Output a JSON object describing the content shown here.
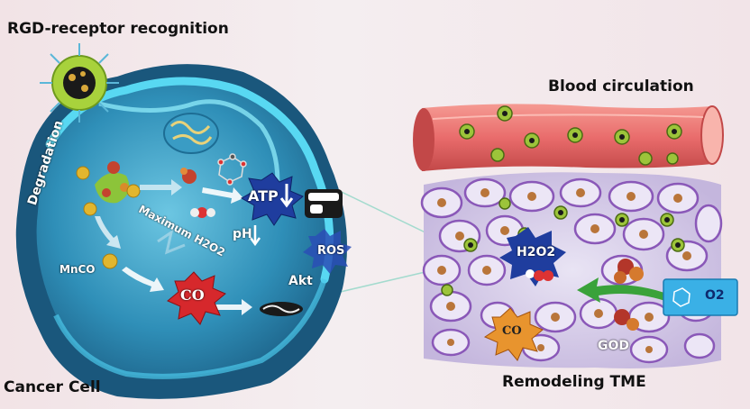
{
  "labels": {
    "rgd_recognition": "RGD-receptor recognition",
    "blood_circulation": "Blood circulation",
    "cancer_cell": "Cancer Cell",
    "remodeling_tme": "Remodeling TME",
    "degradation": "Degradation",
    "mnco": "MnCO",
    "maximum_h2o2": "Maximum H2O2",
    "atp": "ATP",
    "ph": "pH",
    "ros": "ROS",
    "akt": "Akt",
    "co_cell": "CO",
    "co_tme": "CO",
    "h2o2": "H2O2",
    "o2": "O2",
    "god": "GOD"
  },
  "colors": {
    "cell_body": "#2f8fb8",
    "cell_rim": "#58d8f2",
    "vessel": "#e96c6c",
    "co_burst": "#d6282c",
    "atp_burst": "#1f3d9e",
    "tissue_cell": "#8a58b8",
    "o2_box": "#3ab0e6"
  },
  "icons": [
    "nanoparticle-icon",
    "mitochondrion-icon",
    "glucose-molecule-icon",
    "water-molecule-icon",
    "explosion-burst-icon",
    "fist-icon",
    "akt-pathway-icon",
    "arrow-icon"
  ]
}
